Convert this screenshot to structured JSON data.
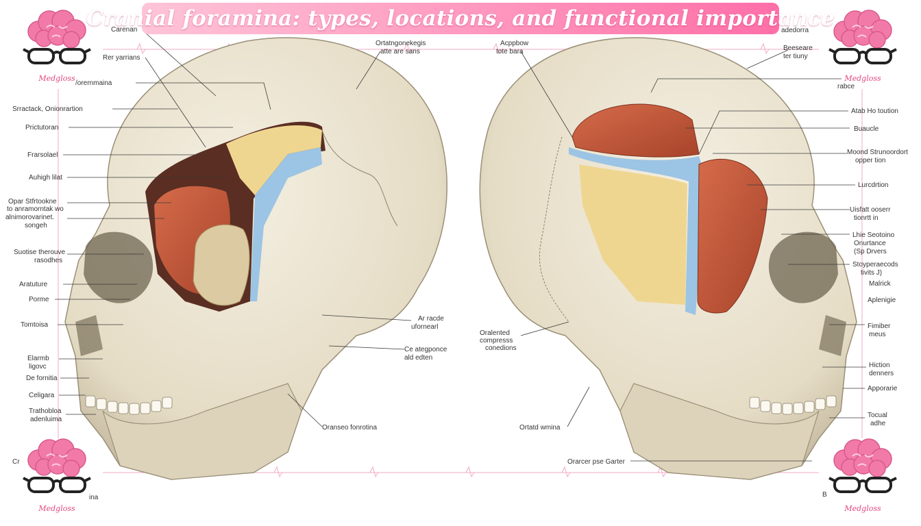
{
  "title": "Cranial foramina: types, locations, and functional importance",
  "brand": {
    "name": "Medgloss",
    "logo_icon": "brain-glasses-icon",
    "accent": "#ff6fa8"
  },
  "colors": {
    "bone": "#e9e2cf",
    "bone_shadow": "#b9ad92",
    "muscle": "#c4573a",
    "membrane": "#9cc4e4",
    "dura": "#efd690"
  },
  "left_labels": {
    "l1": "Carenan",
    "l2": "Rer yarrians",
    "l3": "/orernmaina",
    "l4": "Srractack, Onionrartion",
    "l5": "Prictutoran",
    "l6": "Frarsolael",
    "l7": "Auhigh lilat",
    "l8a": "Opar Stfrtookne",
    "l8b": "to anramorntak wo",
    "l8c": "alnimorovarinet.",
    "l8d": "songeh",
    "l9a": "Suotise therouve",
    "l9b": "rasodhes",
    "l10": "Aratuture",
    "l11": "Porme",
    "l12": "Tomtoisa",
    "l13a": "Elarmb",
    "l13b": "ligovc",
    "l14": "De fornitia",
    "l15": "Celigara",
    "l16a": "Trathobloa",
    "l16b": "adenluima",
    "l17": "Cr",
    "l18": "ina"
  },
  "center_labels": {
    "c1a": "Ortatngonekegis",
    "c1b": "atte are sans",
    "c2a": "Acppbow",
    "c2b": "tote bara",
    "c3a": "Ar racde",
    "c3b": "ufornearl",
    "c4a": "Ce ategponce",
    "c4b": "ald edten",
    "c5": "Oranseo fonrotina",
    "c6a": "Oralented",
    "c6b": "compresss",
    "c6c": "conedions",
    "c7": "Ortatd wmina",
    "c8": "Orarcer pse Garter"
  },
  "right_labels": {
    "r1": "adedorra",
    "r2a": "Beeseare",
    "r2b": "ter tiuny",
    "r3": "rabce",
    "r4": "Atab Ho toution",
    "r5": "Buaucle",
    "r6a": "Moond Strunoordort",
    "r6b": "opper tion",
    "r7": "Lurcdrtion",
    "r8a": "Uisfatt ooserr",
    "r8b": "tionrtt in",
    "r9a": "Lhie Seotoino",
    "r9b": "Onurtance",
    "r9c": "(Sp Drvers",
    "r10a": "Stoyperaecods",
    "r10b": "tivits J)",
    "r11": "Malrick",
    "r12": "Aplenigie",
    "r13a": "Fimiber",
    "r13b": "meus",
    "r14a": "Hiction",
    "r14b": "denners",
    "r15": "Apporarie",
    "r16a": "Tocual",
    "r16b": "adhe",
    "r17": "B"
  }
}
